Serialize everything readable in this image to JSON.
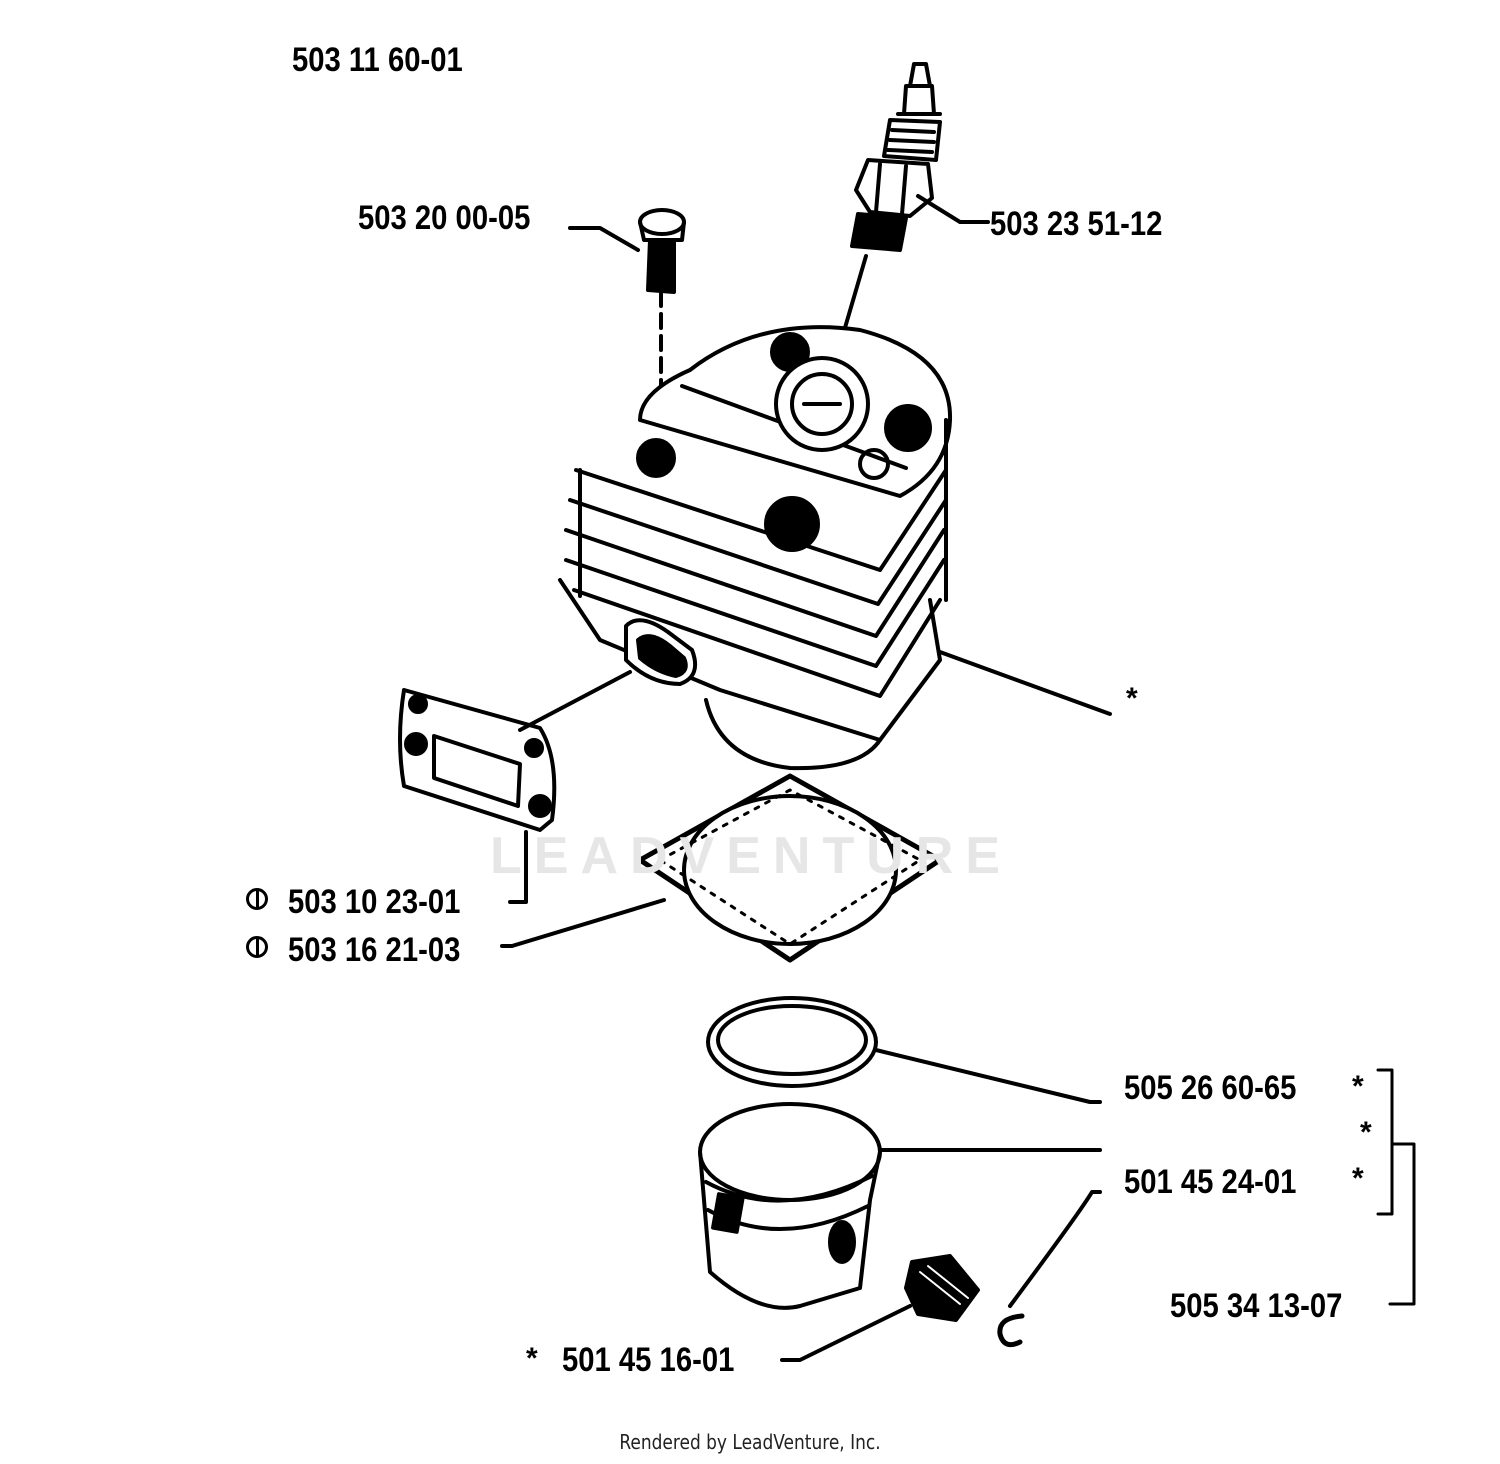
{
  "assembly_number": "503 11 60-01",
  "watermark": "LEADVENTURE",
  "footer": "Rendered by LeadVenture, Inc.",
  "parts": {
    "bolt": "503 20 00-05",
    "spark_plug": "503 23 51-12",
    "cylinder_star": "*",
    "muffler_gasket": "503 10 23-01",
    "cylinder_gasket": "503 16 21-03",
    "piston_ring": "505 26 60-65",
    "piston": "501 45 24-01",
    "needle_bearing": "501 45 16-01",
    "piston_kit": "505 34 13-07"
  },
  "marks": {
    "star": "*"
  }
}
